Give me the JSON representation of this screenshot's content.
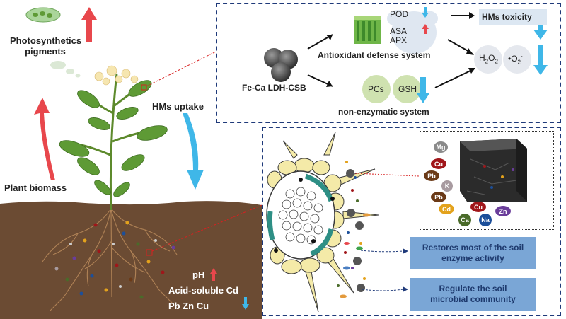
{
  "plant": {
    "photosynthetic_label": "Photosynthetics pigments",
    "biomass_label": "Plant biomass",
    "uptake_label": "HMs uptake"
  },
  "soil": {
    "ph_label": "pH",
    "cd_label": "Acid-soluble Cd",
    "metals_label": "Pb Zn Cu"
  },
  "top_panel": {
    "material_label": "Fe-Ca LDH-CSB",
    "pod_label": "POD",
    "asa_label": "ASA",
    "apx_label": "APX",
    "antioxidant_label": "Antioxidant defense system",
    "pcs_label": "PCs",
    "gsh_label": "GSH",
    "nonenzymatic_label": "non-enzymatic system",
    "toxicity_label": "HMs toxicity",
    "h2o2_main": "H",
    "h2o2_sub1": "2",
    "h2o2_mid": "O",
    "h2o2_sub2": "2",
    "superoxide_main": "•O",
    "superoxide_sub": "2",
    "superoxide_sup": "-"
  },
  "bottom_panel": {
    "enzyme_label": "Restores most of the soil enzyme activity",
    "microbial_label": "Regulate the soil microbial community",
    "ions": [
      {
        "label": "Mg",
        "color": "#8a8a8a"
      },
      {
        "label": "Cu",
        "color": "#a0161a"
      },
      {
        "label": "Pb",
        "color": "#6b3a17"
      },
      {
        "label": "K",
        "color": "#a89ba0"
      },
      {
        "label": "Pb",
        "color": "#6b3a17"
      },
      {
        "label": "Cd",
        "color": "#e3a21c"
      },
      {
        "label": "Cu",
        "color": "#a0161a"
      },
      {
        "label": "Ca",
        "color": "#4a6b2a"
      },
      {
        "label": "Na",
        "color": "#1c4f9a"
      },
      {
        "label": "Zn",
        "color": "#6a3d9a"
      }
    ]
  },
  "colors": {
    "dash_border": "#1f3a7a",
    "up_arrow": "#e8474c",
    "down_arrow": "#3fb7e8",
    "soil": "#6a4a33",
    "info_box": "#7aa6d6"
  }
}
